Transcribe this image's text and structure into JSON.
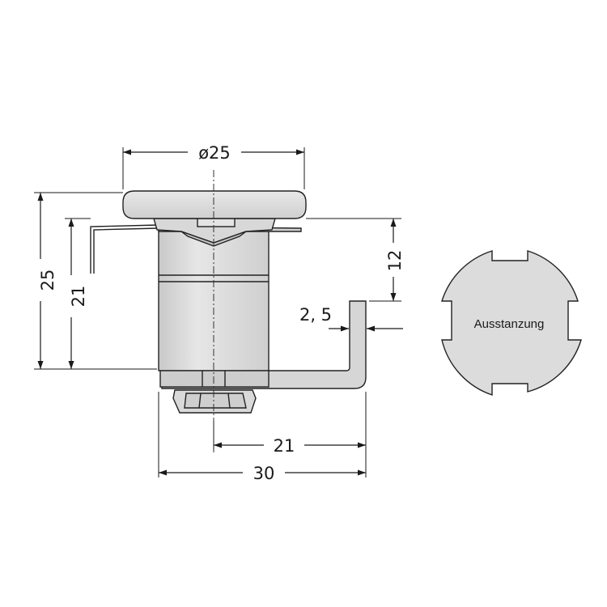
{
  "dimensions": {
    "flange_diameter": "ø25",
    "overall_height": "25",
    "body_height": "21",
    "cam_offset": "12",
    "cam_thickness": "2, 5",
    "cam_length": "21",
    "overall_depth": "30"
  },
  "cutout": {
    "label": "Ausstanzung"
  },
  "colors": {
    "fill": "#dcdcdc",
    "fill_light": "#e9e9e9",
    "fill_dark": "#c8c8c8",
    "stroke": "#222222"
  }
}
